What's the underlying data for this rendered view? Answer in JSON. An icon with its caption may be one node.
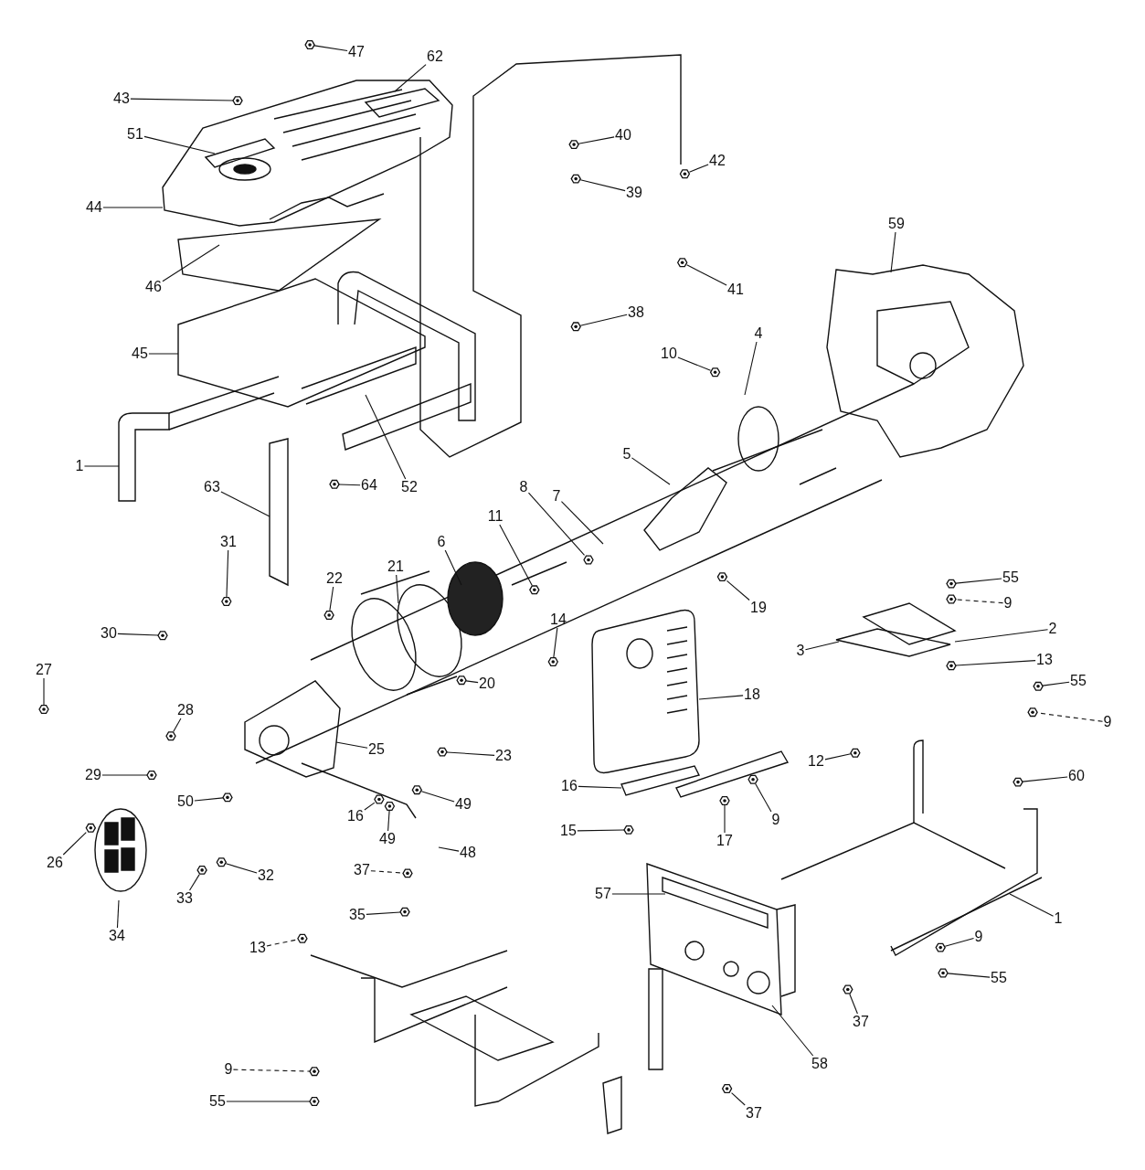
{
  "diagram": {
    "nodes": [
      {
        "text": [
          "47"
        ]
      },
      {
        "text": [
          "62"
        ]
      },
      {
        "text": [
          "43"
        ]
      },
      {
        "text": [
          "51"
        ]
      },
      {
        "text": [
          "40"
        ]
      },
      {
        "text": [
          "42"
        ]
      },
      {
        "text": [
          "39"
        ]
      },
      {
        "text": [
          "44"
        ]
      },
      {
        "text": [
          "59"
        ]
      },
      {
        "text": [
          "46"
        ]
      },
      {
        "text": [
          "41"
        ]
      },
      {
        "text": [
          "38"
        ]
      },
      {
        "text": [
          "4"
        ]
      },
      {
        "text": [
          "45"
        ]
      },
      {
        "text": [
          "10"
        ]
      },
      {
        "text": [
          "5"
        ]
      },
      {
        "text": [
          "1"
        ]
      },
      {
        "text": [
          "64"
        ]
      },
      {
        "text": [
          "63"
        ]
      },
      {
        "text": [
          "52"
        ]
      },
      {
        "text": [
          "8"
        ]
      },
      {
        "text": [
          "7"
        ]
      },
      {
        "text": [
          "11"
        ]
      },
      {
        "text": [
          "6"
        ]
      },
      {
        "text": [
          "31"
        ]
      },
      {
        "text": [
          "21"
        ]
      },
      {
        "text": [
          "55"
        ]
      },
      {
        "text": [
          "22"
        ]
      },
      {
        "text": [
          "9"
        ]
      },
      {
        "text": [
          "19"
        ]
      },
      {
        "text": [
          "14"
        ]
      },
      {
        "text": [
          "2"
        ]
      },
      {
        "text": [
          "30"
        ]
      },
      {
        "text": [
          "3"
        ]
      },
      {
        "text": [
          "13"
        ]
      },
      {
        "text": [
          "27"
        ]
      },
      {
        "text": [
          "55"
        ]
      },
      {
        "text": [
          "20"
        ]
      },
      {
        "text": [
          "18"
        ]
      },
      {
        "text": [
          "9"
        ]
      },
      {
        "text": [
          "28"
        ]
      },
      {
        "text": [
          "25"
        ]
      },
      {
        "text": [
          "23"
        ]
      },
      {
        "text": [
          "12"
        ]
      },
      {
        "text": [
          "29"
        ]
      },
      {
        "text": [
          "60"
        ]
      },
      {
        "text": [
          "49"
        ]
      },
      {
        "text": [
          "16"
        ]
      },
      {
        "text": [
          "50"
        ]
      },
      {
        "text": [
          "16"
        ]
      },
      {
        "text": [
          "9"
        ]
      },
      {
        "text": [
          "17"
        ]
      },
      {
        "text": [
          "49"
        ]
      },
      {
        "text": [
          "15"
        ]
      },
      {
        "text": [
          "26"
        ]
      },
      {
        "text": [
          "48"
        ]
      },
      {
        "text": [
          "37"
        ]
      },
      {
        "text": [
          "32"
        ]
      },
      {
        "text": [
          "33"
        ]
      },
      {
        "text": [
          "35"
        ]
      },
      {
        "text": [
          "34"
        ]
      },
      {
        "text": [
          "1"
        ]
      },
      {
        "text": [
          "57"
        ]
      },
      {
        "text": [
          "9"
        ]
      },
      {
        "text": [
          "13"
        ]
      },
      {
        "text": [
          "55"
        ]
      },
      {
        "text": [
          "37"
        ]
      },
      {
        "text": [
          "58"
        ]
      },
      {
        "text": [
          "9"
        ]
      },
      {
        "text": [
          "55"
        ]
      },
      {
        "text": [
          "37"
        ]
      },
      {
        "text": [],
        "shape": "picture"
      },
      {
        "text": [],
        "shape": "picture"
      },
      {
        "text": [],
        "shape": "picture"
      },
      {
        "text": [],
        "shape": "picture"
      },
      {
        "text": [],
        "shape": "picture"
      },
      {
        "text": [],
        "shape": "picture"
      },
      {
        "text": [],
        "shape": "picture"
      },
      {
        "text": [],
        "shape": "picture"
      },
      {
        "text": [],
        "shape": "picture"
      },
      {
        "text": [],
        "shape": "picture"
      },
      {
        "text": [],
        "shape": "picture"
      },
      {
        "text": [],
        "shape": "picture"
      },
      {
        "text": [],
        "shape": "picture"
      },
      {
        "text": [],
        "shape": "picture"
      },
      {
        "text": [],
        "shape": "picture"
      },
      {
        "text": [],
        "shape": "picture"
      },
      {
        "text": [],
        "shape": "picture"
      },
      {
        "text": [],
        "shape": "picture"
      },
      {
        "text": [],
        "shape": "picture"
      },
      {
        "text": [],
        "shape": "picture"
      },
      {
        "text": [],
        "shape": "picture"
      },
      {
        "text": [],
        "shape": "picture"
      },
      {
        "text": [],
        "shape": "picture"
      },
      {
        "text": [],
        "shape": "picture"
      },
      {
        "text": [],
        "shape": "picture"
      },
      {
        "text": [],
        "shape": "picture"
      },
      {
        "text": [],
        "shape": "picture"
      },
      {
        "text": [],
        "shape": "picture"
      },
      {
        "text": [],
        "shape": "picture"
      },
      {
        "text": [],
        "shape": "picture"
      },
      {
        "text": [],
        "shape": "picture"
      },
      {
        "text": [],
        "shape": "picture"
      },
      {
        "text": [],
        "shape": "picture"
      },
      {
        "text": [],
        "shape": "picture"
      },
      {
        "text": [],
        "shape": "picture"
      },
      {
        "text": [],
        "shape": "picture"
      },
      {
        "text": [],
        "shape": "picture"
      },
      {
        "text": [],
        "shape": "picture"
      },
      {
        "text": [],
        "shape": "picture"
      },
      {
        "text": [],
        "shape": "picture"
      },
      {
        "text": [],
        "shape": "picture"
      },
      {
        "text": [],
        "shape": "picture"
      },
      {
        "text": [],
        "shape": "picture"
      },
      {
        "text": [],
        "shape": "picture"
      },
      {
        "text": [],
        "shape": "picture"
      },
      {
        "text": [],
        "shape": "picture"
      },
      {
        "text": [],
        "shape": "picture"
      }
    ],
    "edges": [
      {
        "from": 0,
        "to": 71,
        "arrow": "none"
      },
      {
        "from": 1,
        "to": null,
        "arrow": "none"
      },
      {
        "from": 2,
        "to": 72,
        "arrow": "none"
      },
      {
        "from": 3,
        "to": null,
        "arrow": "none"
      },
      {
        "from": 4,
        "to": 73,
        "arrow": "none"
      },
      {
        "from": 5,
        "to": 74,
        "arrow": "none"
      },
      {
        "from": 6,
        "to": 75,
        "arrow": "none"
      },
      {
        "from": 7,
        "to": null,
        "arrow": "none"
      },
      {
        "from": 8,
        "to": null,
        "arrow": "none"
      },
      {
        "from": 9,
        "to": null,
        "arrow": "none"
      },
      {
        "from": 10,
        "to": 76,
        "arrow": "none"
      },
      {
        "from": 11,
        "to": 77,
        "arrow": "none"
      },
      {
        "from": 12,
        "to": null,
        "arrow": "none"
      },
      {
        "from": 13,
        "to": null,
        "arrow": "none"
      },
      {
        "from": 14,
        "to": 78,
        "arrow": "none"
      },
      {
        "from": 15,
        "to": null,
        "arrow": "none"
      },
      {
        "from": 16,
        "to": null,
        "arrow": "none"
      },
      {
        "from": 17,
        "to": 79,
        "arrow": "none"
      },
      {
        "from": 18,
        "to": null,
        "arrow": "none"
      },
      {
        "from": 19,
        "to": null,
        "arrow": "none"
      },
      {
        "from": 20,
        "to": 80,
        "arrow": "none"
      },
      {
        "from": 21,
        "to": null,
        "arrow": "none"
      },
      {
        "from": 22,
        "to": 81,
        "arrow": "none"
      },
      {
        "from": 23,
        "to": null,
        "arrow": "none"
      },
      {
        "from": 24,
        "to": 82,
        "arrow": "none"
      },
      {
        "from": 25,
        "to": null,
        "arrow": "none"
      },
      {
        "from": 26,
        "to": 83,
        "arrow": "none"
      },
      {
        "from": 27,
        "to": 84,
        "arrow": "none"
      },
      {
        "from": 28,
        "to": 85,
        "arrow": "none",
        "style": "dashed"
      },
      {
        "from": 29,
        "to": 86,
        "arrow": "none"
      },
      {
        "from": 30,
        "to": 87,
        "arrow": "none"
      },
      {
        "from": 31,
        "to": null,
        "arrow": "none"
      },
      {
        "from": 32,
        "to": 88,
        "arrow": "none"
      },
      {
        "from": 33,
        "to": null,
        "arrow": "none"
      },
      {
        "from": 34,
        "to": 89,
        "arrow": "none"
      },
      {
        "from": 35,
        "to": 90,
        "arrow": "none"
      },
      {
        "from": 36,
        "to": 91,
        "arrow": "none"
      },
      {
        "from": 37,
        "to": 92,
        "arrow": "none"
      },
      {
        "from": 38,
        "to": null,
        "arrow": "none"
      },
      {
        "from": 39,
        "to": 93,
        "arrow": "none",
        "style": "dashed"
      },
      {
        "from": 40,
        "to": 94,
        "arrow": "none"
      },
      {
        "from": 41,
        "to": null,
        "arrow": "none"
      },
      {
        "from": 42,
        "to": 95,
        "arrow": "none"
      },
      {
        "from": 43,
        "to": 96,
        "arrow": "none"
      },
      {
        "from": 44,
        "to": 97,
        "arrow": "none"
      },
      {
        "from": 45,
        "to": 98,
        "arrow": "none"
      },
      {
        "from": 46,
        "to": 99,
        "arrow": "none"
      },
      {
        "from": 47,
        "to": null,
        "arrow": "none"
      },
      {
        "from": 48,
        "to": 100,
        "arrow": "none"
      },
      {
        "from": 49,
        "to": 101,
        "arrow": "none"
      },
      {
        "from": 50,
        "to": 102,
        "arrow": "none"
      },
      {
        "from": 51,
        "to": 103,
        "arrow": "none"
      },
      {
        "from": 52,
        "to": 104,
        "arrow": "none"
      },
      {
        "from": 53,
        "to": 105,
        "arrow": "none"
      },
      {
        "from": 54,
        "to": 106,
        "arrow": "none"
      },
      {
        "from": 55,
        "to": null,
        "arrow": "none"
      },
      {
        "from": 56,
        "to": 107,
        "arrow": "none",
        "style": "dashed"
      },
      {
        "from": 57,
        "to": 108,
        "arrow": "none"
      },
      {
        "from": 58,
        "to": 109,
        "arrow": "none"
      },
      {
        "from": 59,
        "to": 110,
        "arrow": "none"
      },
      {
        "from": 60,
        "to": null,
        "arrow": "none"
      },
      {
        "from": 61,
        "to": null,
        "arrow": "none"
      },
      {
        "from": 62,
        "to": null,
        "arrow": "none"
      },
      {
        "from": 63,
        "to": 111,
        "arrow": "none"
      },
      {
        "from": 64,
        "to": 112,
        "arrow": "none",
        "style": "dashed"
      },
      {
        "from": 65,
        "to": 113,
        "arrow": "none"
      },
      {
        "from": 66,
        "to": 114,
        "arrow": "none"
      },
      {
        "from": 67,
        "to": null,
        "arrow": "none"
      },
      {
        "from": 68,
        "to": 115,
        "arrow": "none",
        "style": "dashed"
      },
      {
        "from": 69,
        "to": 116,
        "arrow": "none"
      },
      {
        "from": 70,
        "to": 117,
        "arrow": "none"
      }
    ]
  }
}
